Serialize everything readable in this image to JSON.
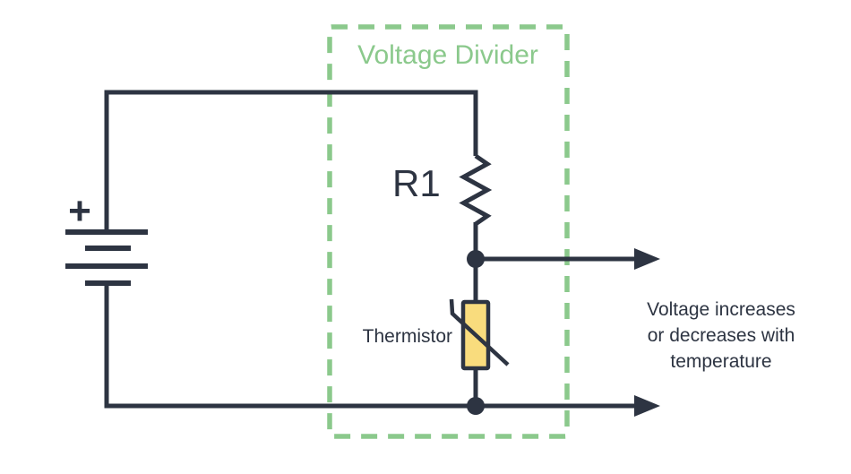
{
  "diagram": {
    "voltage_divider_label": "Voltage Divider",
    "r1_label": "R1",
    "thermistor_label": "Thermistor",
    "battery_plus_label": "+",
    "output_note": "Voltage increases\nor decreases with\ntemperature"
  },
  "colors": {
    "wire": "#2d3442",
    "voltage_divider_green": "#8bc98c",
    "thermistor_fill": "#f9dc7d",
    "background": "#ffffff"
  },
  "icons": {
    "battery": "battery-cell-symbol",
    "resistor": "resistor-zigzag-symbol",
    "thermistor": "thermistor-symbol",
    "arrows": "output-arrow-right"
  }
}
